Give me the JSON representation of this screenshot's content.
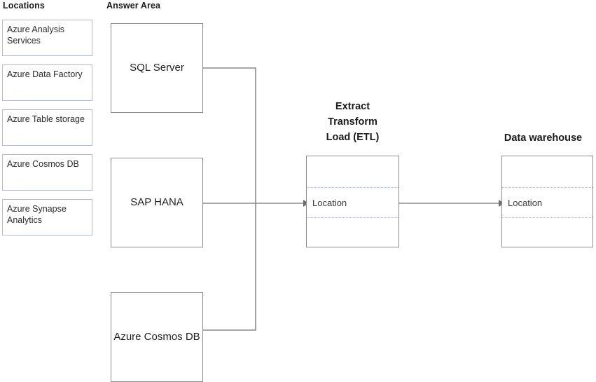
{
  "headers": {
    "locations": "Locations",
    "answer_area": "Answer Area"
  },
  "locations": {
    "items": [
      {
        "label": "Azure Analysis Services"
      },
      {
        "label": "Azure Data Factory"
      },
      {
        "label": "Azure Table storage"
      },
      {
        "label": "Azure Cosmos DB"
      },
      {
        "label": "Azure Synapse Analytics"
      }
    ]
  },
  "answer_area": {
    "sources": [
      {
        "id": "sql",
        "label": "SQL Server"
      },
      {
        "id": "sap",
        "label": "SAP HANA"
      },
      {
        "id": "cosmos",
        "label": "Azure Cosmos DB"
      }
    ],
    "etl": {
      "caption_line1": "Extract",
      "caption_line2": "Transform",
      "caption_line3": "Load (ETL)",
      "row_label": "Location"
    },
    "data_warehouse": {
      "caption": "Data warehouse",
      "row_label": "Location"
    }
  },
  "colors": {
    "list_border": "#aebad2",
    "box_border": "#8c8c8c",
    "row_divider": "#9fb4d6",
    "connector": "#8c8c8c",
    "text": "#1f1f1f",
    "background": "#ffffff"
  }
}
